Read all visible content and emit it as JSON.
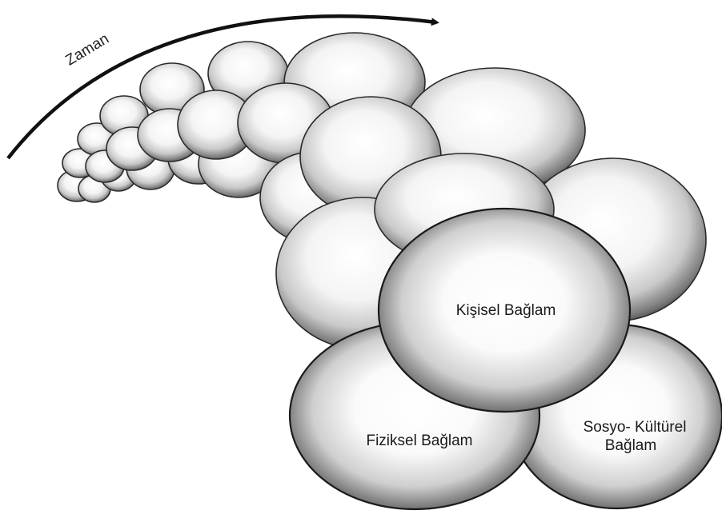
{
  "diagram": {
    "time_label": "Zaman",
    "contexts": {
      "personal": "Kişisel Bağlam",
      "physical": "Fiziksel Bağlam",
      "sociocultural_line1": "Sosyo- Kültürel",
      "sociocultural_line2": "Bağlam"
    }
  }
}
